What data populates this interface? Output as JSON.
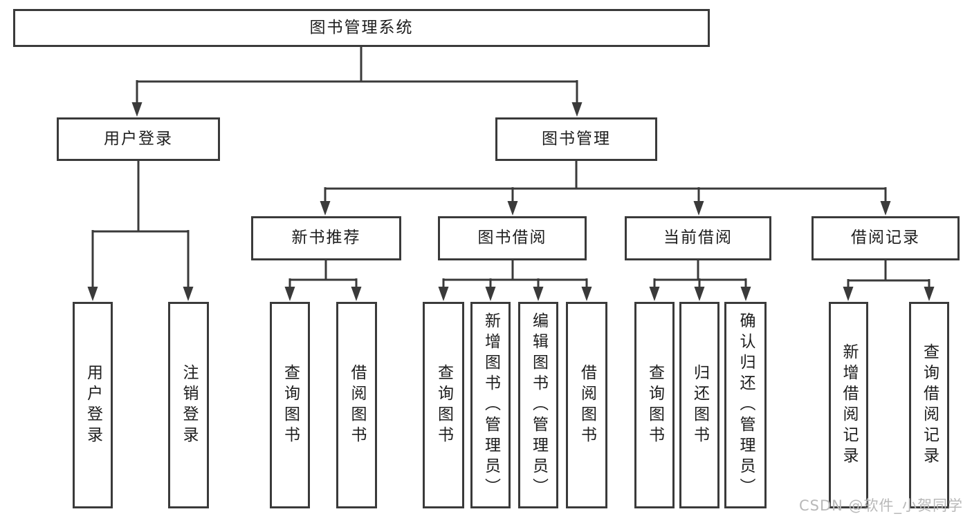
{
  "diagram": {
    "title": "图书管理系统",
    "nodes": {
      "root": "图书管理系统",
      "user_login": "用户登录",
      "book_mgmt": "图书管理",
      "new_book_rec": "新书推荐",
      "book_borrow": "图书借阅",
      "current_borrow": "当前借阅",
      "borrow_record": "借阅记录",
      "leaf_user_login": "用户登录",
      "leaf_logout": "注销登录",
      "leaf_nb_query": "查询图书",
      "leaf_nb_borrow": "借阅图书",
      "leaf_bb_query": "查询图书",
      "leaf_bb_add": "新增图书（管理员）",
      "leaf_bb_edit": "编辑图书（管理员）",
      "leaf_bb_borrow": "借阅图书",
      "leaf_cb_query": "查询图书",
      "leaf_cb_return": "归还图书",
      "leaf_cb_confirm": "确认归还（管理员）",
      "leaf_br_add": "新增借阅记录",
      "leaf_br_query": "查询借阅记录"
    },
    "hierarchy": [
      {
        "parent": "图书管理系统",
        "children": [
          "用户登录",
          "图书管理"
        ]
      },
      {
        "parent": "用户登录",
        "children": [
          "用户登录",
          "注销登录"
        ]
      },
      {
        "parent": "图书管理",
        "children": [
          "新书推荐",
          "图书借阅",
          "当前借阅",
          "借阅记录"
        ]
      },
      {
        "parent": "新书推荐",
        "children": [
          "查询图书",
          "借阅图书"
        ]
      },
      {
        "parent": "图书借阅",
        "children": [
          "查询图书",
          "新增图书（管理员）",
          "编辑图书（管理员）",
          "借阅图书"
        ]
      },
      {
        "parent": "当前借阅",
        "children": [
          "查询图书",
          "归还图书",
          "确认归还（管理员）"
        ]
      },
      {
        "parent": "借阅记录",
        "children": [
          "新增借阅记录",
          "查询借阅记录"
        ]
      }
    ],
    "colors": {
      "line": "#3a3a3a",
      "text": "#1d1d1d",
      "background": "#ffffff",
      "watermark": "#b8b8b8"
    }
  },
  "watermark": {
    "text": "CSDN @软件_小贺同学"
  }
}
